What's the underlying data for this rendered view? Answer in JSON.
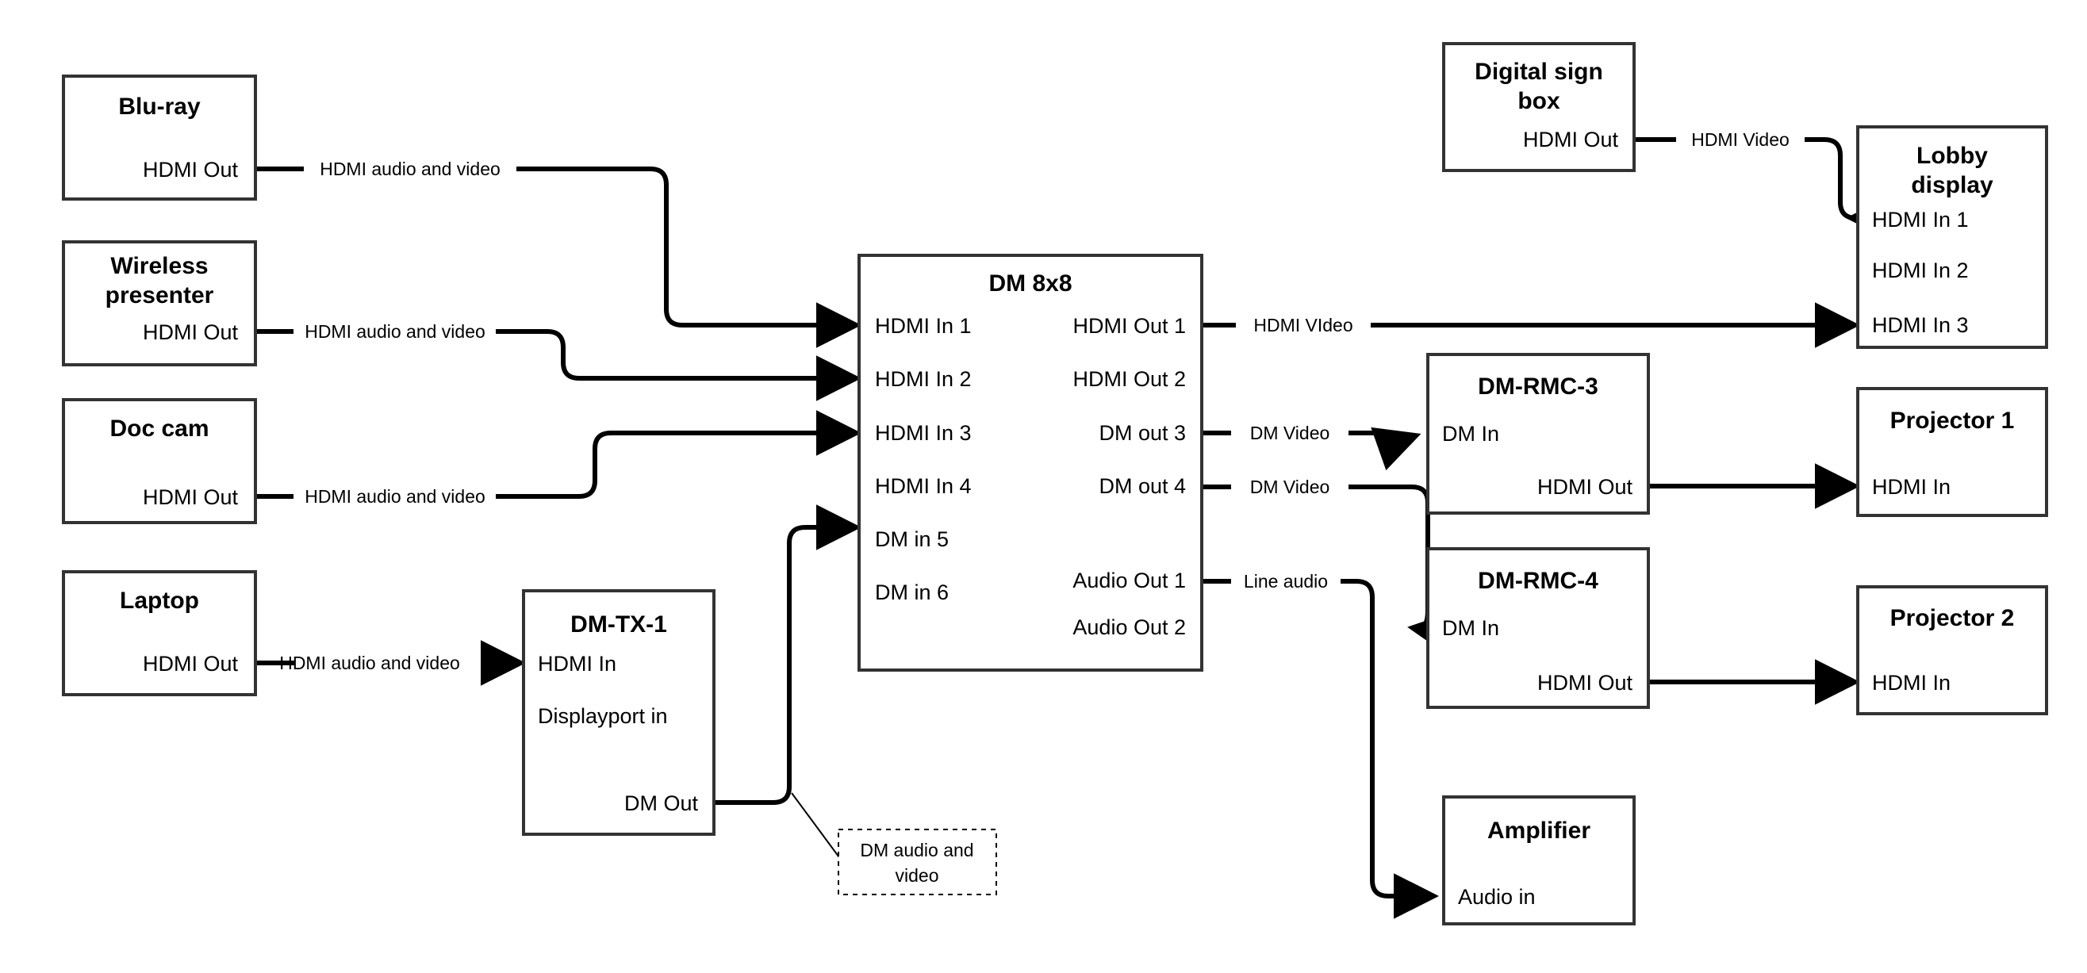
{
  "diagram": {
    "title": "AV signal routing diagram",
    "background_color": "#ffffff",
    "line_color": "#000000",
    "box_stroke_color": "#333333",
    "nodes": {
      "bluray": {
        "title": "Blu-ray",
        "port_out_1": "HDMI Out"
      },
      "wireless": {
        "title": "Wireless\npresenter",
        "title_line1": "Wireless",
        "title_line2": "presenter",
        "port_out_1": "HDMI Out"
      },
      "doccam": {
        "title": "Doc cam",
        "port_out_1": "HDMI Out"
      },
      "laptop": {
        "title": "Laptop",
        "port_out_1": "HDMI Out"
      },
      "dmtx1": {
        "title": "DM-TX-1",
        "port_in_1": "HDMI In",
        "port_in_2": "Displayport in",
        "port_out_1": "DM Out"
      },
      "dm8x8": {
        "title": "DM 8x8",
        "inputs": [
          "HDMI In 1",
          "HDMI In 2",
          "HDMI In 3",
          "HDMI In 4",
          "DM in 5",
          "DM in 6"
        ],
        "outputs": [
          "HDMI Out 1",
          "HDMI Out 2",
          "DM out 3",
          "DM out 4",
          "Audio Out 1",
          "Audio Out 2"
        ]
      },
      "digitalsign": {
        "title_line1": "Digital sign",
        "title_line2": "box",
        "port_out_1": "HDMI Out"
      },
      "lobby": {
        "title_line1": "Lobby",
        "title_line2": "display",
        "inputs": [
          "HDMI In 1",
          "HDMI In 2",
          "HDMI In 3"
        ]
      },
      "dmrmc3": {
        "title": "DM-RMC-3",
        "port_in_1": "DM In",
        "port_out_1": "HDMI Out"
      },
      "dmrmc4": {
        "title": "DM-RMC-4",
        "port_in_1": "DM In",
        "port_out_1": "HDMI Out"
      },
      "projector1": {
        "title": "Projector 1",
        "port_in_1": "HDMI In"
      },
      "projector2": {
        "title": "Projector 2",
        "port_in_1": "HDMI In"
      },
      "amplifier": {
        "title": "Amplifier",
        "port_in_1": "Audio in"
      }
    },
    "edge_labels": {
      "bluray_to_dm": "HDMI audio and video",
      "wireless_to_dm": "HDMI audio and video",
      "doccam_to_dm": "HDMI audio and video",
      "laptop_to_dmtx1": "HDMI audio and video",
      "sign_to_lobby": "HDMI Video",
      "dm_to_lobby": "HDMI VIdeo",
      "dm_to_rmc3": "DM Video",
      "dm_to_rmc4": "DM Video",
      "dm_to_amp": "Line audio"
    },
    "notes": {
      "dm_cable_note_line1": "DM audio and",
      "dm_cable_note_line2": "video"
    }
  }
}
